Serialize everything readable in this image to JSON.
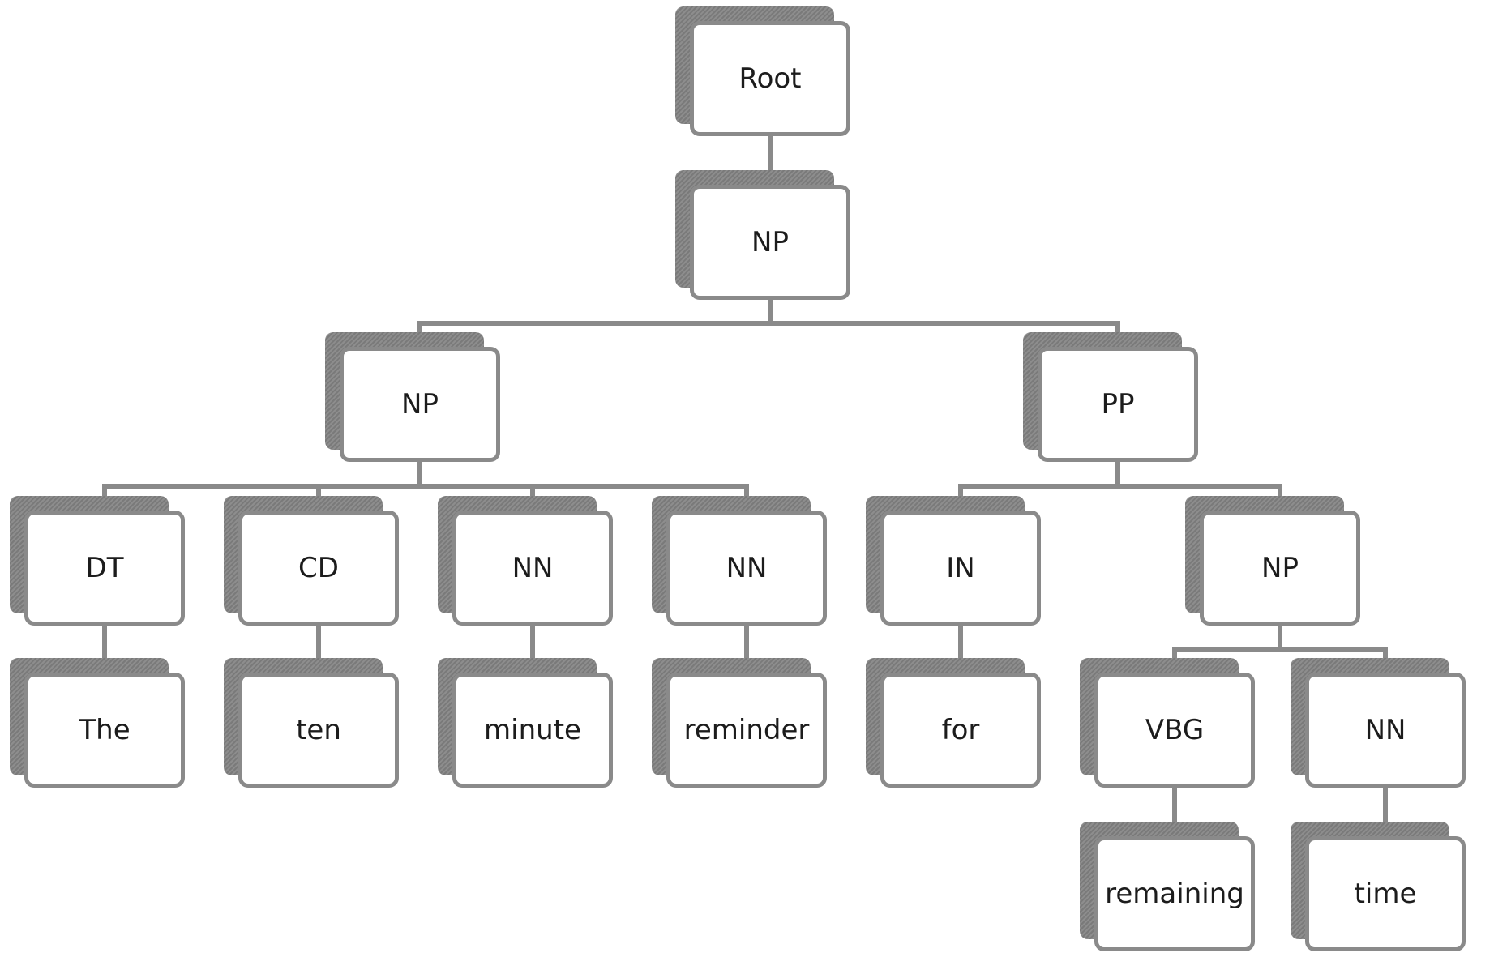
{
  "tree": {
    "nodes": [
      {
        "id": "root",
        "label": "Root"
      },
      {
        "id": "np_top",
        "label": "NP"
      },
      {
        "id": "np_left",
        "label": "NP"
      },
      {
        "id": "pp",
        "label": "PP"
      },
      {
        "id": "dt",
        "label": "DT"
      },
      {
        "id": "cd",
        "label": "CD"
      },
      {
        "id": "nn1",
        "label": "NN"
      },
      {
        "id": "nn2",
        "label": "NN"
      },
      {
        "id": "in",
        "label": "IN"
      },
      {
        "id": "np_right",
        "label": "NP"
      },
      {
        "id": "w_the",
        "label": "The"
      },
      {
        "id": "w_ten",
        "label": "ten"
      },
      {
        "id": "w_minute",
        "label": "minute"
      },
      {
        "id": "w_reminder",
        "label": "reminder"
      },
      {
        "id": "w_for",
        "label": "for"
      },
      {
        "id": "vbg",
        "label": "VBG"
      },
      {
        "id": "nn3",
        "label": "NN"
      },
      {
        "id": "w_remaining",
        "label": "remaining"
      },
      {
        "id": "w_time",
        "label": "time"
      }
    ],
    "edges": [
      [
        "root",
        "np_top"
      ],
      [
        "np_top",
        "np_left"
      ],
      [
        "np_top",
        "pp"
      ],
      [
        "np_left",
        "dt"
      ],
      [
        "np_left",
        "cd"
      ],
      [
        "np_left",
        "nn1"
      ],
      [
        "np_left",
        "nn2"
      ],
      [
        "pp",
        "in"
      ],
      [
        "pp",
        "np_right"
      ],
      [
        "dt",
        "w_the"
      ],
      [
        "cd",
        "w_ten"
      ],
      [
        "nn1",
        "w_minute"
      ],
      [
        "nn2",
        "w_reminder"
      ],
      [
        "in",
        "w_for"
      ],
      [
        "np_right",
        "vbg"
      ],
      [
        "np_right",
        "nn3"
      ],
      [
        "vbg",
        "w_remaining"
      ],
      [
        "nn3",
        "w_time"
      ]
    ]
  },
  "colors": {
    "connector": "#8a8a8a",
    "card_border": "#8a8a8a",
    "shadow": "#808080",
    "text": "#1c1c1c"
  }
}
